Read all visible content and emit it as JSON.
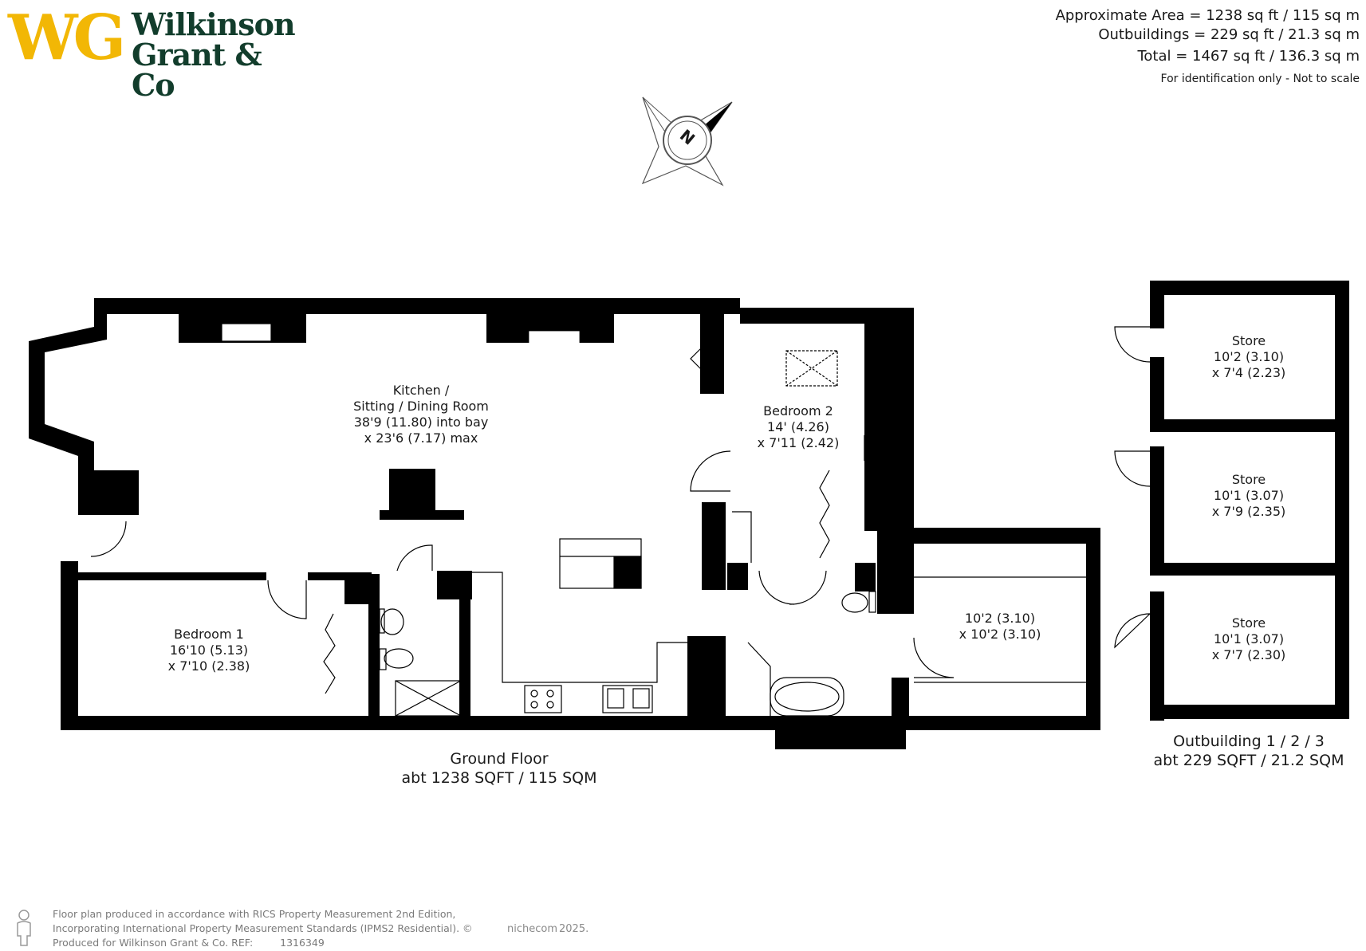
{
  "brand": {
    "mark": "WG",
    "name_line1": "Wilkinson",
    "name_line2": "Grant & Co",
    "colors": {
      "mark": "#f2b705",
      "name": "#123d2c"
    }
  },
  "areas": {
    "approximate": "Approximate Area = 1238 sq ft / 115 sq m",
    "outbuildings": "Outbuildings = 229 sq ft / 21.3 sq m",
    "total": "Total = 1467 sq ft / 136.3 sq m",
    "disclaimer": "For identification only - Not to scale"
  },
  "compass": {
    "letter": "N",
    "icon": "compass-rose-icon"
  },
  "rooms": {
    "kitchen": {
      "line1": "Kitchen /",
      "line2": "Sitting / Dining Room",
      "line3": "38'9 (11.80) into bay",
      "line4": "x 23'6 (7.17) max"
    },
    "bedroom2": {
      "line1": "Bedroom 2",
      "line2": "14' (4.26)",
      "line3": "x 7'11 (2.42)"
    },
    "bedroom1": {
      "line1": "Bedroom 1",
      "line2": "16'10 (5.13)",
      "line3": "x 7'10 (2.38)"
    },
    "room_right": {
      "line1": "10'2 (3.10)",
      "line2": "x 10'2 (3.10)"
    },
    "store1": {
      "line1": "Store",
      "line2": "10'2 (3.10)",
      "line3": "x 7'4 (2.23)"
    },
    "store2": {
      "line1": "Store",
      "line2": "10'1 (3.07)",
      "line3": "x 7'9 (2.35)"
    },
    "store3": {
      "line1": "Store",
      "line2": "10'1 (3.07)",
      "line3": "x 7'7 (2.30)"
    }
  },
  "floors": {
    "ground": {
      "line1": "Ground Floor",
      "line2": "abt 1238 SQFT / 115 SQM"
    },
    "outbuilding": {
      "line1": "Outbuilding 1 / 2 / 3",
      "line2": "abt 229 SQFT / 21.2 SQM"
    }
  },
  "footer": {
    "line1": "Floor plan produced in accordance with RICS Property Measurement 2nd Edition,",
    "line2": "Incorporating International Property Measurement Standards (IPMS2 Residential).   ©",
    "line3": "Produced for Wilkinson Grant & Co.   REF:",
    "ref": "1316349",
    "brand": "nichecom",
    "year": "2025."
  },
  "colors": {
    "wall": "#000000",
    "background": "#ffffff",
    "text": "#1a1a1a",
    "footer_text": "#7a7a7a"
  }
}
